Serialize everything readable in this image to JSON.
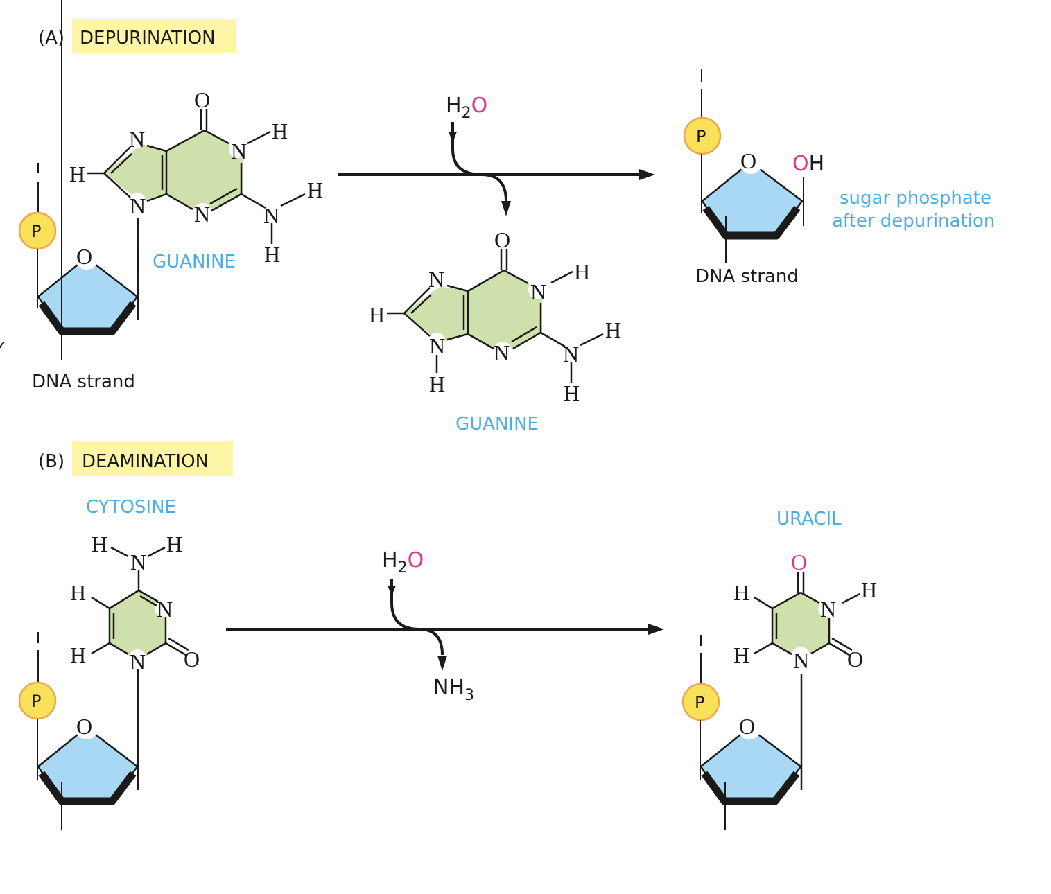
{
  "panel_a": {
    "letter": "(A)",
    "title": "DEPURINATION",
    "reactant": {
      "base_label": "GUANINE",
      "strand_label": "DNA strand",
      "phosphate": "P",
      "ring_oxygen": "O"
    },
    "reagent": {
      "h": "H",
      "sub": "2",
      "o": "O"
    },
    "released": {
      "base_label": "GUANINE"
    },
    "product": {
      "phosphate": "P",
      "ring_oxygen": "O",
      "oh_o": "O",
      "oh_h": "H",
      "strand_label": "DNA strand",
      "caption_line1": "sugar phosphate",
      "caption_line2": "after depurination"
    }
  },
  "panel_b": {
    "letter": "(B)",
    "title": "DEAMINATION",
    "reactant": {
      "base_label": "CYTOSINE",
      "phosphate": "P",
      "ring_oxygen": "O"
    },
    "reagent": {
      "h": "H",
      "sub": "2",
      "o": "O"
    },
    "released": {
      "n": "NH",
      "sub": "3"
    },
    "product": {
      "base_label": "URACIL",
      "phosphate": "P",
      "ring_oxygen": "O"
    }
  },
  "atoms": {
    "N": "N",
    "H": "H",
    "O": "O"
  },
  "colors": {
    "highlight": "#fdf6a6",
    "base_ring": "#cfe0ad",
    "sugar": "#a8d8f4",
    "phosphate": "#fbe05a",
    "label_blue": "#4aaee6",
    "oxygen_red": "#e0358f"
  }
}
